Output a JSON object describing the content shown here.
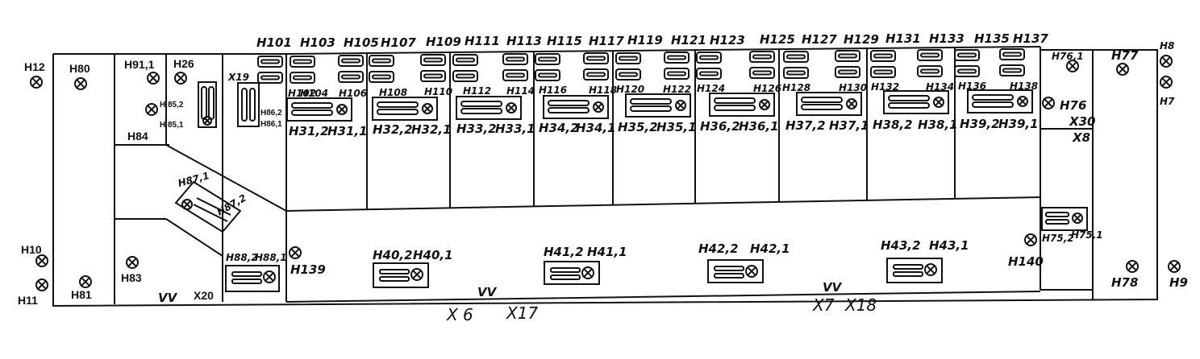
{
  "labels": {
    "H12": "H12",
    "H80": "H80",
    "H91_1": "H91,1",
    "H26": "H26",
    "H85_2": "H 85,2",
    "H85_1": "H 85,1",
    "H84": "H84",
    "H10": "H10",
    "H11": "H11",
    "H81": "H81",
    "H83": "H83",
    "VV_left": "VV",
    "X20": "X20",
    "X19": "X19",
    "H87_1": "H87,1",
    "H87_2": "H87,2",
    "H86_2": "H86,2",
    "H86_1": "H86,1",
    "H102": "H102",
    "H104": "H104",
    "H106": "H106",
    "H108": "H108",
    "H110": "H110",
    "H112": "H112",
    "H114": "H114",
    "H116": "H116",
    "H118": "H118",
    "H120": "H120",
    "H122": "H122",
    "H124": "H124",
    "H126": "H126",
    "H128": "H128",
    "H130": "H130",
    "H132": "H132",
    "H134": "H134",
    "H136": "H136",
    "H138": "H138",
    "H101": "H101",
    "H103": "H103",
    "H105": "H105",
    "H107": "H107",
    "H109": "H109",
    "H111": "H111",
    "H113": "H113",
    "H115": "H115",
    "H117": "H117",
    "H119": "H119",
    "H121": "H121",
    "H123": "H123",
    "H125": "H125",
    "H127": "H127",
    "H129": "H129",
    "H131": "H131",
    "H133": "H133",
    "H135": "H135",
    "H137": "H137",
    "H31_2": "H31,2",
    "H31_1": "H31,1",
    "H32_2": "H32,2",
    "H32_1": "H32,1",
    "H33_2": "H33,2",
    "H33_1": "H33,1",
    "H34_2": "H34,2",
    "H34_1": "H34,1",
    "H35_2": "H35,2",
    "H35_1": "H35,1",
    "H36_2": "H36,2",
    "H36_1": "H36,1",
    "H37_2": "H37,2",
    "H37_1": "H37,1",
    "H38_2": "H38,2",
    "H38_1": "H38,1",
    "H39_2": "H39,2",
    "H39_1": "H39,1",
    "H76_1": "H76,1",
    "H77": "H77",
    "H76": "H76",
    "X30": "X30",
    "X8": "X8",
    "H8": "H8",
    "H7": "H7",
    "H75_2": "H75,2",
    "H75_1": "H75,1",
    "H78": "H78",
    "H9": "H9",
    "H140": "H140",
    "H139": "H139",
    "H88_2": "H88,2",
    "H88_1": "H88,1",
    "H40_2": "H40,2",
    "H40_1": "H40,1",
    "H41_2": "H41,2",
    "H41_1": "H41,1",
    "H42_2": "H42,2",
    "H42_1": "H42,1",
    "H43_2": "H43,2",
    "H43_1": "H43,1",
    "VV_mid": "VV",
    "VV_right": "VV",
    "X6": "X 6",
    "X17": "X17",
    "X7": "X7",
    "X18": "X18"
  }
}
